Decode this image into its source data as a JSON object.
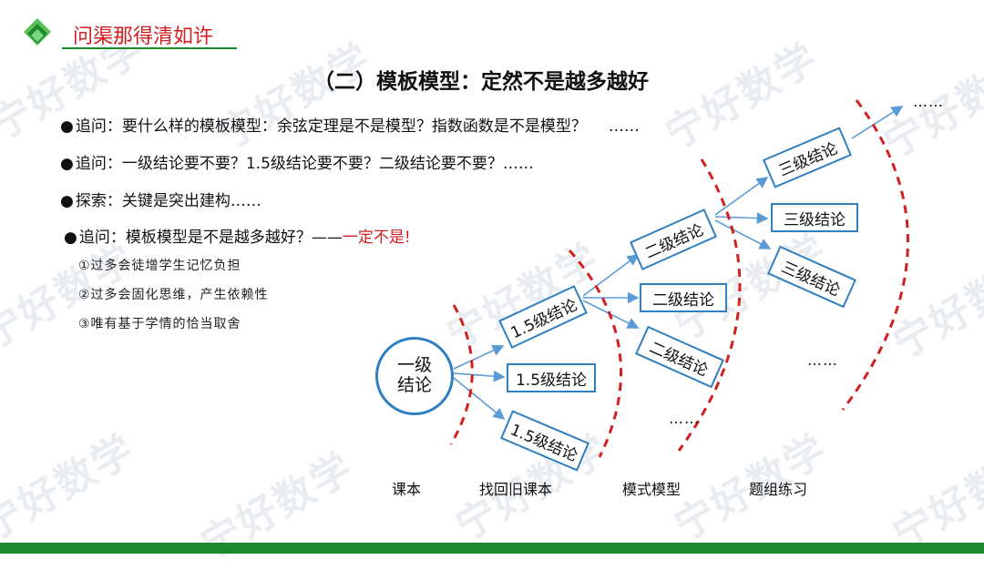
{
  "header": {
    "title": "问渠那得清如许",
    "logo_colors": [
      "#1e8a2e",
      "#5cc15c"
    ]
  },
  "watermark": {
    "text": "宁好数学"
  },
  "main_title": "（二）模板模型：定然不是越多越好",
  "bullets": [
    {
      "dot": "●",
      "text": "追问：要什么样的模板模型：余弦定理是不是模型？指数函数是不是模型？",
      "tail": "……"
    },
    {
      "dot": "●",
      "text": "追问：一级结论要不要？1.5级结论要不要？二级结论要不要？……"
    },
    {
      "dot": "●",
      "text": "探索：关键是突出建构……"
    },
    {
      "dot": "●",
      "text": "追问：模板模型是不是越多越好？——",
      "emphasis": "一定不是!"
    }
  ],
  "sub_points": [
    "①过多会徒增学生记忆负担",
    "②过多会固化思维，产生依赖性",
    "③唯有基于学情的恰当取舍"
  ],
  "diagram": {
    "root_line1": "一级",
    "root_line2": "结论",
    "level15": [
      "1.5级结论",
      "1.5级结论",
      "1.5级结论"
    ],
    "level2": [
      "二级结论",
      "二级结论",
      "二级结论"
    ],
    "level3": [
      "三级结论",
      "三级结论",
      "三级结论"
    ],
    "ellipsis_level2": "……",
    "ellipsis_level3": "……",
    "ellipsis_top": "……",
    "stage_labels": [
      "课本",
      "找回旧课本",
      "模式模型",
      "题组练习"
    ],
    "colors": {
      "box_border": "#2f7fc1",
      "arrow": "#5b9bd5",
      "arc": "#d21f1f"
    }
  }
}
